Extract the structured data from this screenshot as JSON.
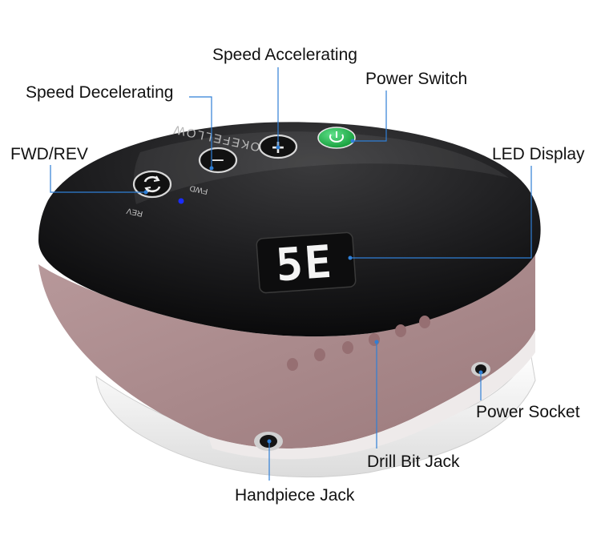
{
  "callouts": {
    "speed_accelerating": "Speed Accelerating",
    "speed_decelerating": "Speed Decelerating",
    "power_switch": "Power Switch",
    "fwd_rev": "FWD/REV",
    "led_display": "LED Display",
    "power_socket": "Power Socket",
    "drill_bit_jack": "Drill Bit Jack",
    "handpiece_jack": "Handpiece Jack"
  },
  "device": {
    "brand": "YOKEFELLOW",
    "fwd_label": "FWD",
    "rev_label": "REV",
    "display_value": "5E",
    "minus_symbol": "−",
    "plus_symbol": "+",
    "power_icon": "power-icon",
    "direction_icon": "rotate-icon"
  },
  "colors": {
    "panel": "#1c1c1e",
    "trim": "#a88486",
    "base": "#f2f0f0",
    "power_button": "#22b24c",
    "leader_line": "#2f7fd6",
    "indicator_led": "#1a2cff"
  }
}
